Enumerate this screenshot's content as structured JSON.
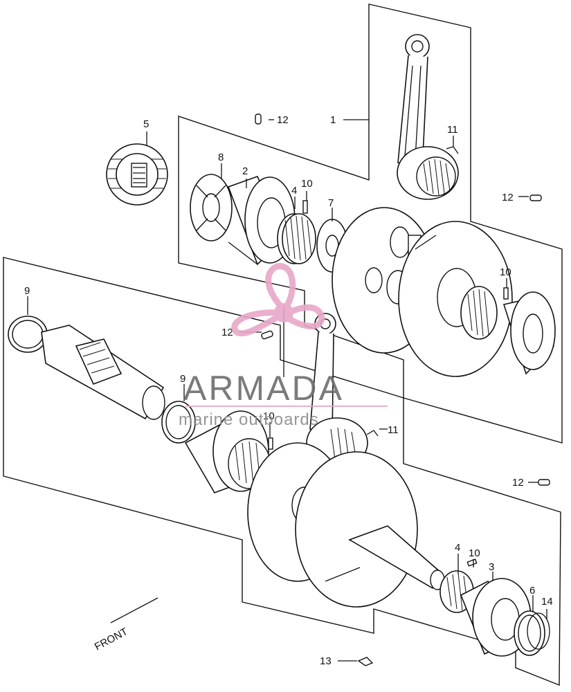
{
  "callouts": {
    "c1": "1",
    "c2": "2",
    "c3": "3",
    "c4a": "4",
    "c4b": "4",
    "c5": "5",
    "c6": "6",
    "c7": "7",
    "c8": "8",
    "c9a": "9",
    "c9b": "9",
    "c10a": "10",
    "c10b": "10",
    "c10c": "10",
    "c10d": "10",
    "c11a": "11",
    "c11b": "11",
    "c12a": "12",
    "c12b": "12",
    "c12c": "12",
    "c12d": "12",
    "c13": "13",
    "c14": "14"
  },
  "front_label": "FRONT",
  "watermark": {
    "brand": "ARMADA",
    "tagline": "marine outboards",
    "logo_icon": "propeller-icon",
    "color": "#e8a7c8"
  },
  "colors": {
    "line": "#111111",
    "background": "#ffffff"
  }
}
